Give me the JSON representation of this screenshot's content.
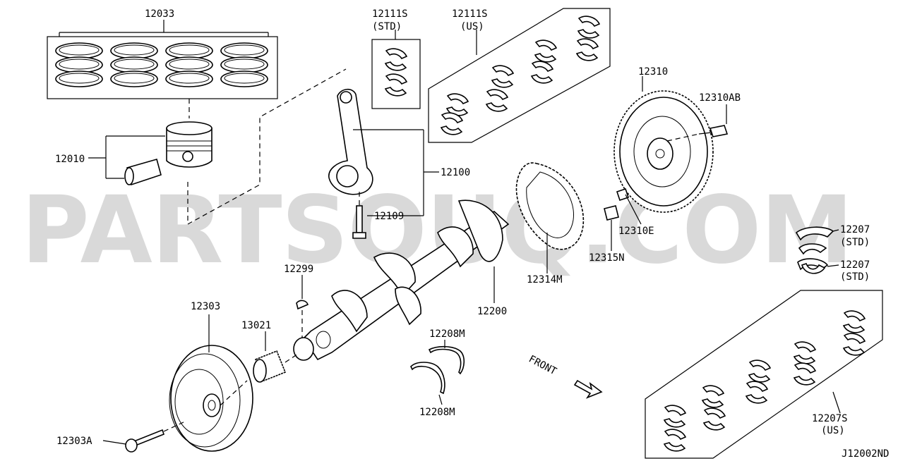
{
  "watermark": "PARTSOUQ.COM",
  "diagram_code": "J12002ND",
  "front_arrow": "FRONT",
  "callouts": {
    "piston_ring_set": "12033",
    "piston": "12010",
    "bearing_std": {
      "part": "12111S",
      "spec": "(STD)"
    },
    "bearing_us": {
      "part": "12111S",
      "spec": "(US)"
    },
    "connecting_rod": "12100",
    "rod_bolt": "12109",
    "flywheel": "12310",
    "flywheel_bolt": "12310AB",
    "dowel_pin": "12310E",
    "flywheel_bolt_2": "12315N",
    "signal_plate": "12314M",
    "crankshaft": "12200",
    "woodruff_key": "12299",
    "pulley": "12303",
    "pulley_bolt": "12303A",
    "sprocket": "13021",
    "thrust_washer_top": "12208M",
    "thrust_washer_bottom": "12208M",
    "main_bearing_1": {
      "part": "12207",
      "spec": "(STD)"
    },
    "main_bearing_2": {
      "part": "12207",
      "spec": "(STD)"
    },
    "main_bearing_us": {
      "part": "12207S",
      "spec": "(US)"
    }
  }
}
